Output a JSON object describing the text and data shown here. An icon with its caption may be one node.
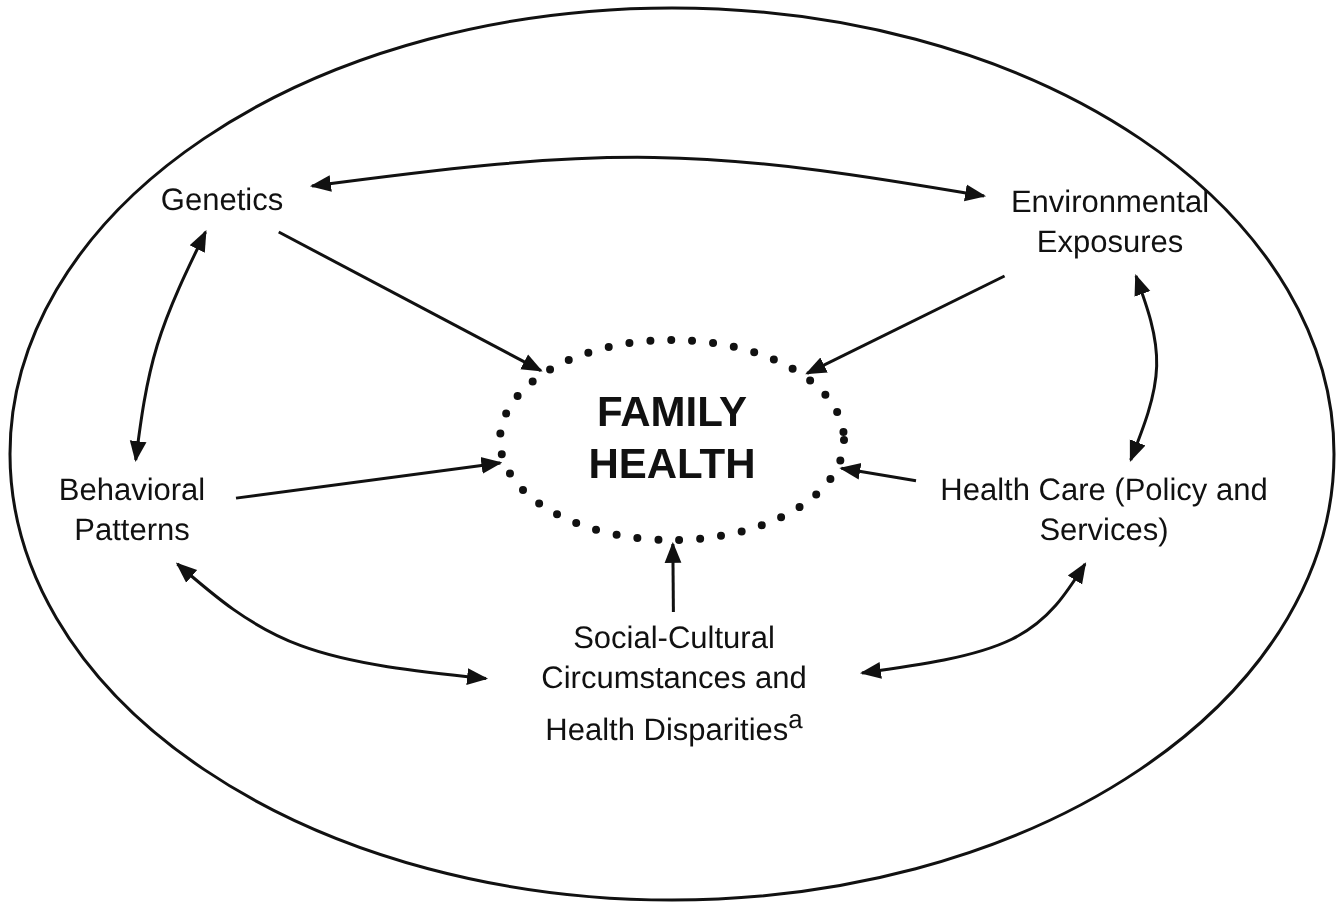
{
  "diagram": {
    "nodes": [
      {
        "text": [
          "FAMILY HEALTH"
        ]
      },
      {
        "text": [
          "Genetics"
        ]
      },
      {
        "text": [
          "Environmental Exposures"
        ]
      },
      {
        "text": [
          "Behavioral Patterns"
        ]
      },
      {
        "text": [
          "Health Care (Policy and Services)"
        ]
      },
      {
        "text": [
          "Social-Cultural Circumstances and Health Disparities$^{a}$"
        ]
      }
    ],
    "edges": [
      {
        "from": 1,
        "to": 0,
        "arrow": "to"
      },
      {
        "from": 2,
        "to": 0,
        "arrow": "to"
      },
      {
        "from": 3,
        "to": 0,
        "arrow": "to"
      },
      {
        "from": 4,
        "to": 0,
        "arrow": "to"
      },
      {
        "from": 5,
        "to": 0,
        "arrow": "to"
      },
      {
        "from": 1,
        "to": 2,
        "arrow": "both"
      },
      {
        "from": 1,
        "to": 3,
        "arrow": "both"
      },
      {
        "from": 2,
        "to": 4,
        "arrow": "both"
      },
      {
        "from": 3,
        "to": 5,
        "arrow": "both"
      },
      {
        "from": 4,
        "to": 5,
        "arrow": "both"
      }
    ]
  }
}
